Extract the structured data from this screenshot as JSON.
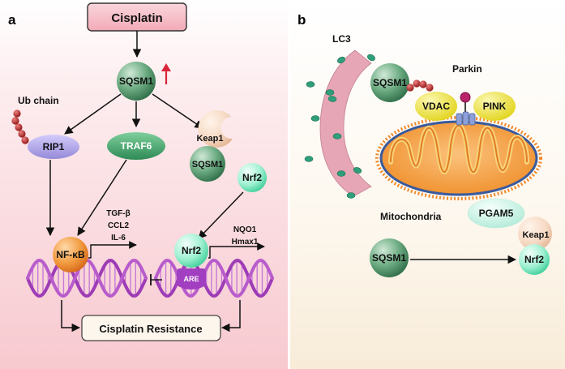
{
  "panel_a": {
    "letter": "a",
    "drug": "Cisplatin",
    "hub": "SQSM1",
    "ub_chain": "Ub chain",
    "rip1": "RIP1",
    "traf6": "TRAF6",
    "keap1": "Keap1",
    "keap1_sqsm1": "SQSM1",
    "nrf2_free": "Nrf2",
    "nfkb": "NF-κB",
    "nfkb_targets": [
      "TGF-β",
      "CCL2",
      "IL-6"
    ],
    "nrf2_bound": "Nrf2",
    "are": "ARE",
    "nrf2_targets": [
      "NQO1",
      "Hmax1"
    ],
    "outcome": "Cisplatin Resistance"
  },
  "panel_b": {
    "letter": "b",
    "lc3": "LC3",
    "sqsm1_top": "SQSM1",
    "parkin": "Parkin",
    "vdac": "VDAC",
    "pink": "PINK",
    "mito": "Mitochondria",
    "pgam5": "PGAM5",
    "keap1": "Keap1",
    "nrf2": "Nrf2",
    "sqsm1_bottom": "SQSM1"
  },
  "colors": {
    "cisplatin_fill": "#f4b9c3",
    "sqsm1": "#3f8a5c",
    "rip1": "#a89ee6",
    "traf6": "#3f9f6a",
    "nfkb": "#ee8a2e",
    "nrf2": "#5fe0b2",
    "dna": "#b45ac8",
    "vdac": "#ece23a",
    "mito_orange": "#f5a24a",
    "ub_red": "#b32020"
  }
}
